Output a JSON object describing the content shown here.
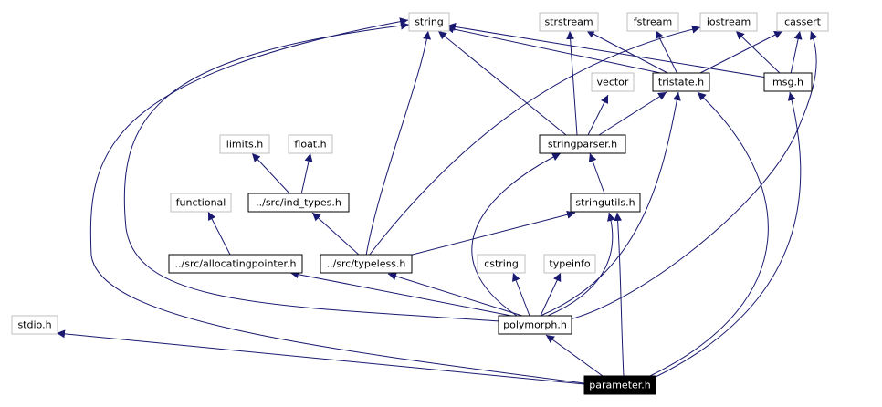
{
  "colors": {
    "edge": "#191970",
    "box_internal": "#000000",
    "box_external": "#bfbfbf",
    "root_fill": "#000000",
    "root_text": "#ffffff"
  },
  "nodes": {
    "string": "string",
    "strstream": "strstream",
    "fstream": "fstream",
    "iostream": "iostream",
    "cassert": "cassert",
    "tristate": "tristate.h",
    "msg": "msg.h",
    "vector": "vector",
    "stringparser": "stringparser.h",
    "limits": "limits.h",
    "float": "float.h",
    "functional": "functional",
    "ind_types": "../src/ind_types.h",
    "stringutils": "stringutils.h",
    "allocatingpointer": "../src/allocatingpointer.h",
    "typeless": "../src/typeless.h",
    "cstring": "cstring",
    "typeinfo": "typeinfo",
    "stdio": "stdio.h",
    "polymorph": "polymorph.h",
    "parameter": "parameter.h"
  }
}
